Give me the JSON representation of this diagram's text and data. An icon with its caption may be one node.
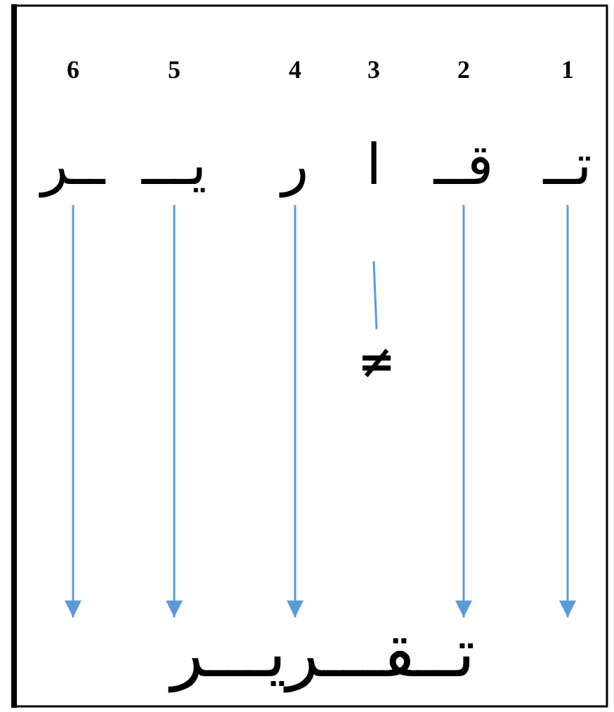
{
  "diagram": {
    "nodes": [
      {
        "text": [
          "تــ"
        ],
        "beside": [
          "1"
        ]
      },
      {
        "text": [
          "قــ"
        ],
        "beside": [
          "2"
        ]
      },
      {
        "text": [
          "ا"
        ],
        "beside": [
          "3"
        ]
      },
      {
        "text": [
          "ر"
        ],
        "beside": [
          "4"
        ]
      },
      {
        "text": [
          "يـــ"
        ],
        "beside": [
          "5"
        ]
      },
      {
        "text": [
          "ــر"
        ],
        "beside": [
          "6"
        ]
      },
      {
        "text": [
          "≠"
        ]
      },
      {
        "text": [
          "تــقـــريـــر"
        ]
      }
    ],
    "edges": [
      {
        "from": 0,
        "to": 7,
        "arrow": "to",
        "color": "#5b9bd5"
      },
      {
        "from": 1,
        "to": 7,
        "arrow": "to",
        "color": "#5b9bd5"
      },
      {
        "from": 2,
        "to": 6,
        "arrow": "none",
        "color": "#5b9bd5"
      },
      {
        "from": 3,
        "to": 7,
        "arrow": "to",
        "color": "#5b9bd5"
      },
      {
        "from": 4,
        "to": 7,
        "arrow": "to",
        "color": "#5b9bd5"
      },
      {
        "from": 5,
        "to": 7,
        "arrow": "to",
        "color": "#5b9bd5"
      }
    ]
  }
}
